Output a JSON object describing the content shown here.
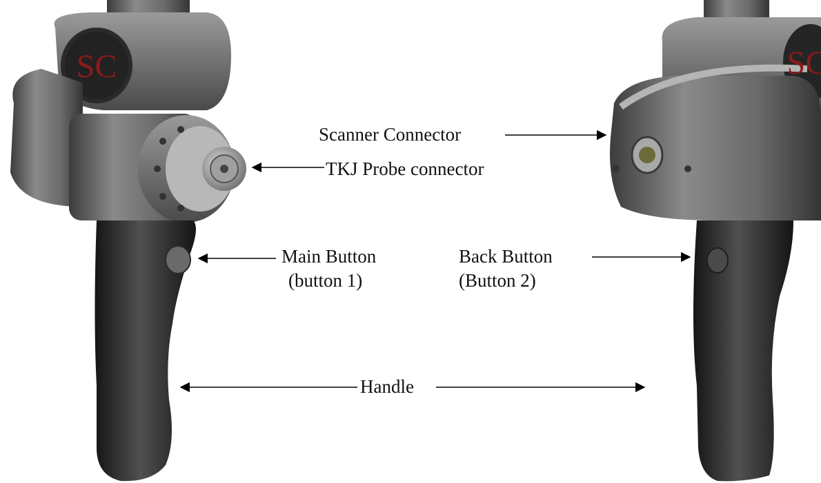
{
  "left_view": {
    "logo_text": "SC",
    "logo_color": "#8b1a1a",
    "body_color": "#6e6e6e",
    "handle_color": "#2a2a2a"
  },
  "right_view": {
    "logo_text": "SC",
    "logo_color": "#8b1a1a",
    "body_color": "#6e6e6e",
    "handle_color": "#1e1e1e"
  },
  "labels": {
    "scanner_connector": "Scanner Connector",
    "tkj_probe_connector": "TKJ Probe connector",
    "main_button_line1": "Main Button",
    "main_button_line2": "(button 1)",
    "back_button_line1": "Back Button",
    "back_button_line2": "(Button 2)",
    "handle": "Handle"
  },
  "colors": {
    "arrow": "#000000",
    "text": "#111111"
  }
}
